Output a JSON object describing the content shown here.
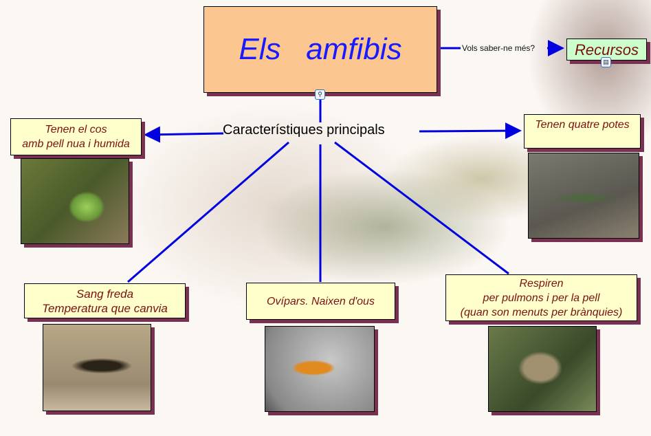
{
  "title": "Els   amfibis",
  "link_label": "Vols saber-ne més?",
  "resources": "Recursos",
  "center": "Característiques principals",
  "concepts": {
    "skin": [
      "Tenen el cos",
      "amb pell nua i humida"
    ],
    "legs": "Tenen quatre potes",
    "cold": [
      "Sang freda",
      "Temperatura que canvia"
    ],
    "eggs": "Ovípars. Naixen d'ous",
    "breath": [
      "Respiren",
      "per pulmons i per la pell",
      "(quan son menuts per brànquies)"
    ]
  },
  "colors": {
    "line": "#0000e0",
    "title_bg": "#fcc690",
    "title_text": "#1a1aff",
    "concept_bg": "#ffffcc",
    "resource_bg": "#ccffcc",
    "concept_text": "#7a1010"
  }
}
